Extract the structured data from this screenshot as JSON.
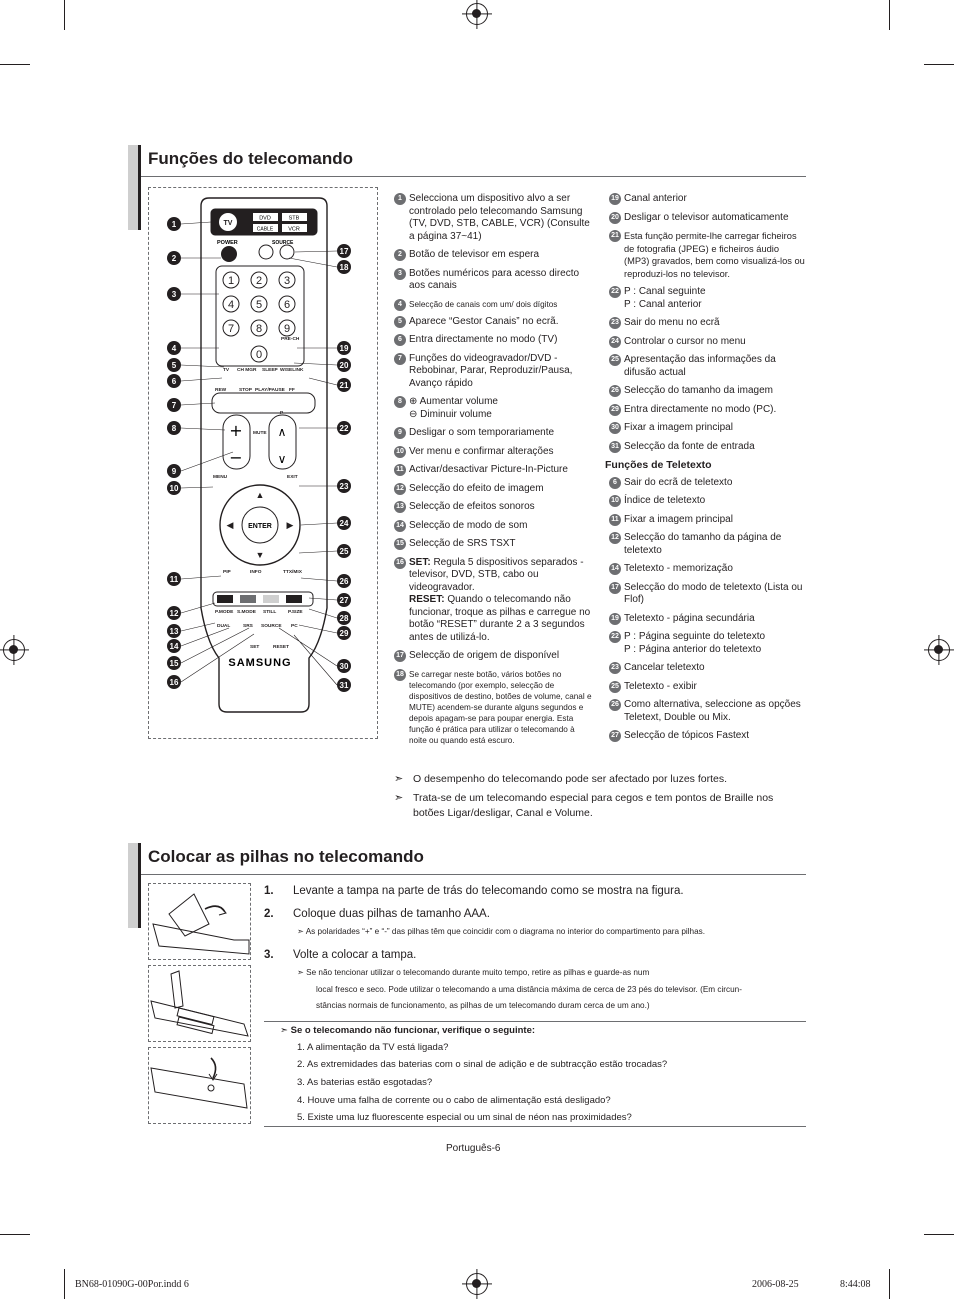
{
  "sections": {
    "remote_title": "Funções do telecomando",
    "batteries_title": "Colocar as pilhas no telecomando"
  },
  "remote": {
    "top_buttons": [
      "TV",
      "DVD",
      "STB",
      "CABLE",
      "VCR"
    ],
    "labels": {
      "power": "POWER",
      "source": "SOURCE",
      "pre_ch": "PRE-CH",
      "tv": "TV",
      "ch_mgr": "CH MGR",
      "sleep": "SLEEP",
      "wiselink": "WISELINK",
      "rew": "REW",
      "stop": "STOP",
      "play_pause": "PLAY/PAUSE",
      "ff": "FF",
      "p": "P",
      "mute": "MUTE",
      "menu": "MENU",
      "exit": "EXIT",
      "enter": "ENTER",
      "pip": "PIP",
      "info": "INFO",
      "ttx_mix": "TTX/MIX",
      "p_mode": "P.MODE",
      "s_mode": "S.MODE",
      "still": "STILL",
      "p_size": "P.SIZE",
      "dual": "DUAL",
      "srs": "SRS",
      "source2": "SOURCE",
      "pc": "PC",
      "set": "SET",
      "reset": "RESET",
      "brand": "SAMSUNG"
    },
    "digits": [
      "1",
      "2",
      "3",
      "4",
      "5",
      "6",
      "7",
      "8",
      "9",
      "0"
    ],
    "callouts_left": [
      "1",
      "2",
      "3",
      "4",
      "5",
      "6",
      "7",
      "8",
      "9",
      "10",
      "11",
      "12",
      "13",
      "14",
      "15",
      "16"
    ],
    "callouts_right": [
      "17",
      "18",
      "19",
      "20",
      "21",
      "22",
      "23",
      "24",
      "25",
      "26",
      "27",
      "28",
      "29",
      "30",
      "31"
    ]
  },
  "functions_col1": [
    {
      "n": "1",
      "text": "Selecciona um dispositivo alvo a ser controlado pelo telecomando Samsung (TV, DVD, STB, CABLE, VCR) (Consulte a página 37~41)"
    },
    {
      "n": "2",
      "text": "Botão de televisor em espera"
    },
    {
      "n": "3",
      "text": "Botões numéricos para acesso directo aos canais"
    },
    {
      "n": "4",
      "text": "Selecção de canais com um/ dois dígitos"
    },
    {
      "n": "5",
      "text": "Aparece “Gestor Canais” no ecrã."
    },
    {
      "n": "6",
      "text": " Entra directamente no modo (TV)"
    },
    {
      "n": "7",
      "text": "Funções do videogravador/DVD - Rebobinar, Parar, Reproduzir/Pausa, Avanço rápido"
    },
    {
      "n": "8",
      "text_plus": "Aumentar volume",
      "text_minus": "Diminuir volume"
    },
    {
      "n": "9",
      "text": "Desligar o som temporariamente"
    },
    {
      "n": "10",
      "text": "Ver menu e confirmar alterações"
    },
    {
      "n": "11",
      "text": "Activar/desactivar Picture-In-Picture"
    },
    {
      "n": "12",
      "text": "Selecção do efeito de imagem"
    },
    {
      "n": "13",
      "text": "Selecção de efeitos sonoros"
    },
    {
      "n": "14",
      "text": "Selecção de modo de som"
    },
    {
      "n": "15",
      "text": "Selecção de SRS TSXT"
    },
    {
      "n": "16",
      "set_label": "SET:",
      "set_text": " Regula 5 dispositivos separados - televisor, DVD, STB, cabo ou videogravador.",
      "reset_label": "RESET:",
      "reset_text": " Quando o telecomando não funcionar, troque as pilhas e carregue no botão “RESET” durante 2 a 3 segundos antes de utilizá-lo."
    },
    {
      "n": "17",
      "text": "Selecção de origem de disponível"
    },
    {
      "n": "18",
      "text": "Se carregar neste botão, vários botões no telecomando (por exemplo, selecção de dispositivos de destino, botões de volume, canal e MUTE) acendem-se durante alguns segundos e depois apagam-se para poupar energia. Esta função é prática para utilizar o telecomando à noite ou quando está escuro."
    }
  ],
  "functions_col2": [
    {
      "n": "19",
      "text": "Canal anterior"
    },
    {
      "n": "20",
      "text": "Desligar o televisor automaticamente"
    },
    {
      "n": "21",
      "text": "Esta função permite-lhe carregar ficheiros de fotografia (JPEG) e ficheiros áudio (MP3) gravados, bem como visualizá-los ou reproduzi-los no televisor."
    },
    {
      "n": "22",
      "text_up": "P     : Canal seguinte",
      "text_down": "P     : Canal anterior"
    },
    {
      "n": "23",
      "text": "Sair do menu no ecrã"
    },
    {
      "n": "24",
      "text": "Controlar o cursor no menu"
    },
    {
      "n": "25",
      "text": "Apresentação das informações da difusão actual"
    },
    {
      "n": "26",
      "text": "Selecção do tamanho da imagem"
    },
    {
      "n": "29",
      "text": "Entra directamente no modo (PC)."
    },
    {
      "n": "30",
      "text": "Fixar a imagem principal"
    },
    {
      "n": "31",
      "text": "Selecção da fonte de entrada"
    }
  ],
  "teletext_title": "Funções de Teletexto",
  "teletext": [
    {
      "n": "6",
      "text": "Sair do ecrã de teletexto"
    },
    {
      "n": "10",
      "text": "Índice de teletexto"
    },
    {
      "n": "11",
      "text": "Fixar a imagem principal"
    },
    {
      "n": "12",
      "text": "Selecção do tamanho da página de teletexto"
    },
    {
      "n": "14",
      "text": "Teletexto - memorização"
    },
    {
      "n": "17",
      "text": "Selecção do modo de teletexto (Lista ou Flof)"
    },
    {
      "n": "19",
      "text": "Teletexto - página secundária"
    },
    {
      "n": "22",
      "text_up": "P     : Página seguinte do teletexto",
      "text_down": "P     : Página anterior do teletexto"
    },
    {
      "n": "23",
      "text": "Cancelar teletexto"
    },
    {
      "n": "25",
      "text": "Teletexto - exibir"
    },
    {
      "n": "26",
      "text": "Como alternativa, seleccione as opções Teletext, Double ou Mix."
    },
    {
      "n": "27",
      "text": "Selecção de tópicos Fastext"
    }
  ],
  "notes": [
    "O desempenho do telecomando pode ser afectado por luzes fortes.",
    "Trata-se de um telecomando especial para cegos e tem pontos de Braille nos",
    "botões Ligar/desligar, Canal e Volume."
  ],
  "steps": [
    {
      "n": "1.",
      "text": "Levante a tampa na parte de trás do telecomando como se mostra na figura."
    },
    {
      "n": "2.",
      "text": "Coloque duas pilhas de tamanho AAA."
    },
    {
      "n": "3.",
      "text": "Volte a colocar a tampa."
    }
  ],
  "step2_note": "As polaridades “+” e “-” das pilhas têm que coincidir com o diagrama no interior do compartimento para pilhas.",
  "step3_note": [
    "Se não tencionar utilizar o telecomando durante muito tempo, retire as pilhas e guarde-as num",
    "local fresco e seco. Pode utilizar o telecomando a uma distância máxima de cerca de 23 pés do televisor. (Em circun-",
    "stâncias normais de funcionamento, as pilhas de um telecomando duram cerca de um ano.)"
  ],
  "checklist": {
    "title": "Se o telecomando não funcionar, verifique o seguinte:",
    "items": [
      "1. A alimentação da TV está ligada?",
      "2. As extremidades das baterias com o sinal de adição e de subtracção estão trocadas?",
      "3. As baterias estão esgotadas?",
      "4. Houve uma falha de corrente ou o cabo de alimentação está desligado?",
      "5. Existe uma luz fluorescente especial ou um sinal de néon nas proximidades?"
    ]
  },
  "page_number": "Português-6",
  "footer": {
    "file": "BN68-01090G-00Por.indd   6",
    "date": "2006-08-25",
    "time": "8:44:08"
  },
  "colors": {
    "text": "#231f20",
    "badge": "#6d6e71",
    "title_bar": "#cfcfcf"
  }
}
